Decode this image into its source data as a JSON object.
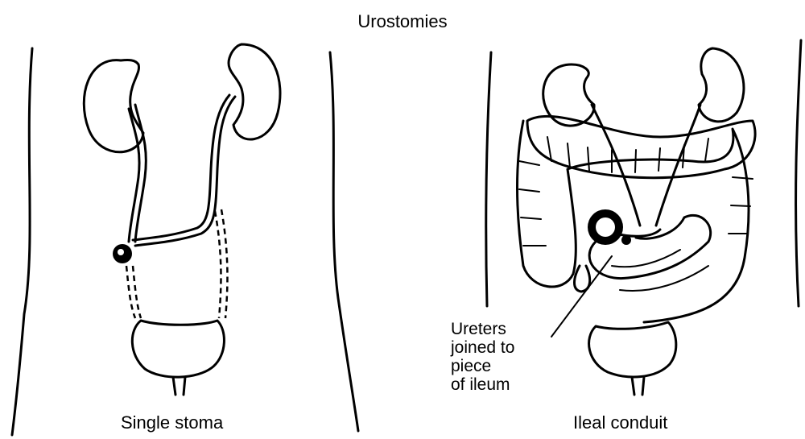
{
  "title": "Urostomies",
  "panels": [
    {
      "caption": "Single stoma"
    },
    {
      "caption": "Ileal conduit"
    }
  ],
  "callout": {
    "lines": [
      "Ureters",
      "joined to",
      "piece",
      "of ileum"
    ]
  }
}
